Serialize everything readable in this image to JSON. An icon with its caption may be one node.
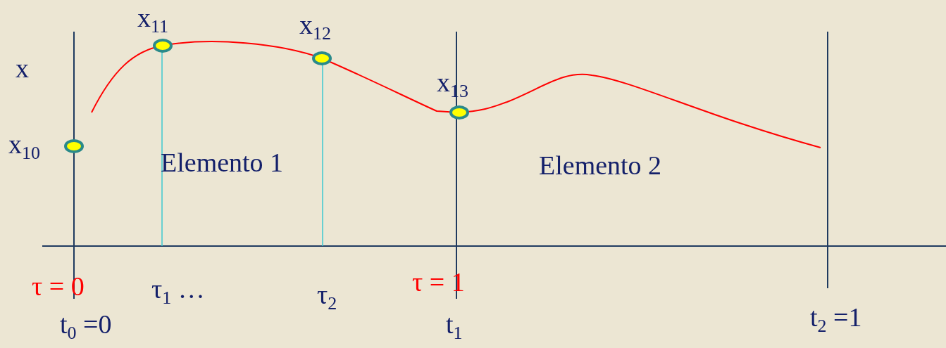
{
  "diagram": {
    "labels": [
      "x",
      "x$_{11}$",
      "x$_{12}$",
      "x$_{13}$",
      "x$_{10}$",
      "Elemento 1",
      "Elemento 2",
      "τ = 0",
      "τ$_{1}$ …",
      "τ$_{2}$",
      "τ = 1",
      "t$_{0}$ =0",
      "t$_{1}$",
      "t$_{2}$ =1"
    ]
  }
}
